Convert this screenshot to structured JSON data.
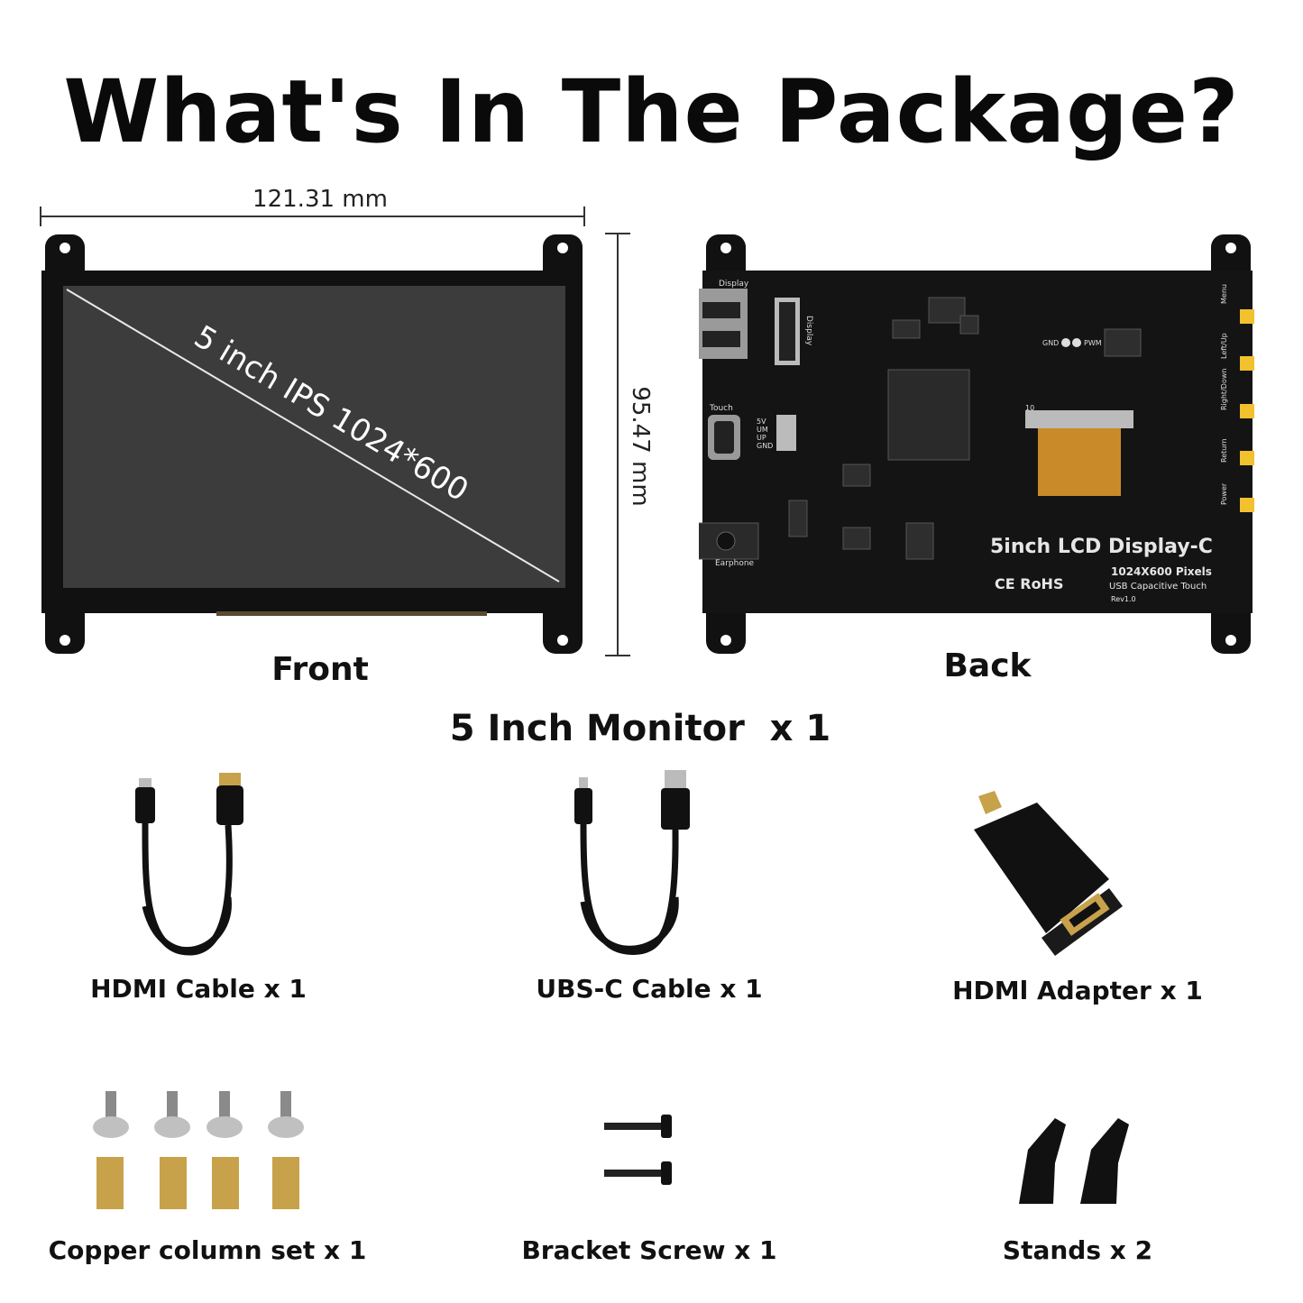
{
  "page": {
    "title": "What's In The Package?"
  },
  "monitor": {
    "width_dim": "121.31 mm",
    "height_dim": "95.47 mm",
    "screen_label": "5 inch IPS 1024*600",
    "front_label": "Front",
    "back_label": "Back",
    "caption": "5 Inch Monitor  x 1",
    "back_board": {
      "product_name": "5inch LCD Display-C",
      "resolution": "1024X600 Pixels",
      "touch": "USB Capacitive Touch",
      "revision": "Rev1.0",
      "certs": "CE RoHS",
      "port_display": "Display",
      "port_touch": "Touch",
      "port_earphone": "Earphone",
      "fpc_display": "Display",
      "gnd_pwm_left": "GND",
      "gnd_pwm_right": "PWM",
      "pins": [
        "5V",
        "UM",
        "UP",
        "GND"
      ],
      "fpc_number": "10",
      "buttons": [
        "Menu",
        "Left/Up",
        "Right/Down",
        "Return",
        "Power"
      ]
    }
  },
  "accessories": [
    {
      "label": "HDMI Cable x 1",
      "icon": "hdmi-cable-icon"
    },
    {
      "label": "UBS-C Cable x 1",
      "icon": "usb-c-cable-icon"
    },
    {
      "label": "HDMl Adapter x 1",
      "icon": "hdmi-adapter-icon"
    },
    {
      "label": "Copper column set x 1",
      "icon": "copper-column-icon"
    },
    {
      "label": "Bracket Screw x 1",
      "icon": "bracket-screw-icon"
    },
    {
      "label": "Stands x 2",
      "icon": "stand-icon"
    }
  ],
  "colors": {
    "board": "#141414",
    "screen": "#3c3c3c",
    "button": "#f2c12e",
    "brass": "#c8a24a",
    "fpc": "#c98a2a"
  }
}
